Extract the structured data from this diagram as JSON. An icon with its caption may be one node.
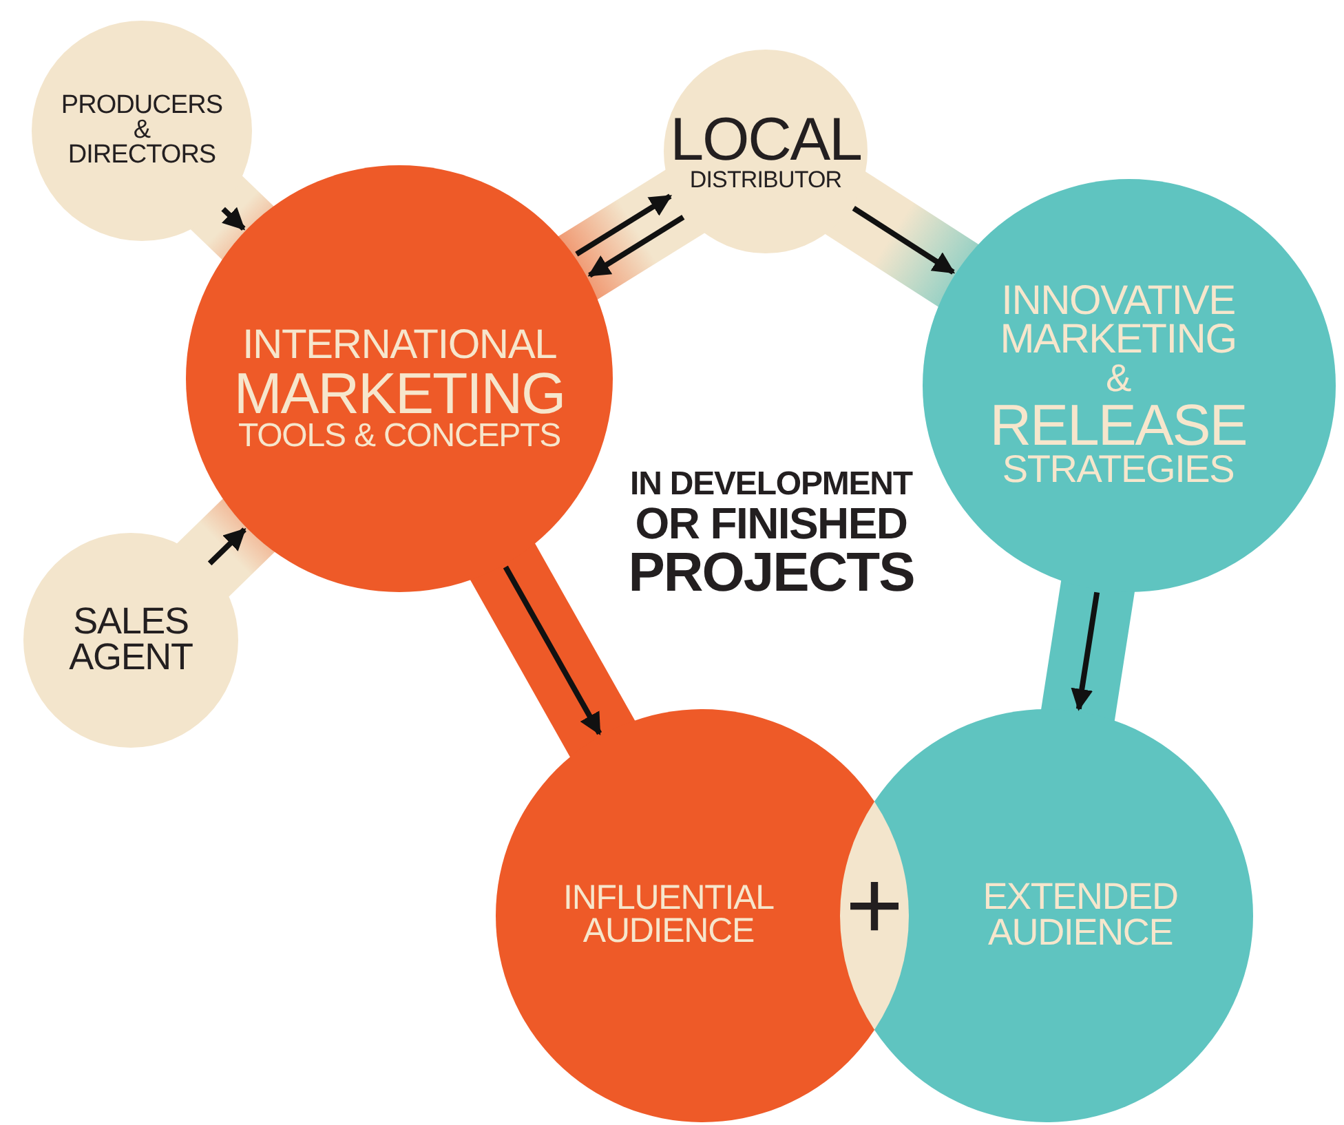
{
  "diagram": {
    "nodes": [
      {
        "text": [
          "PRODUCERS & DIRECTORS"
        ]
      },
      {
        "text": [
          "INTERNATIONAL",
          "MARKETING",
          "TOOLS & CONCEPTS"
        ]
      },
      {
        "text": [
          "LOCAL",
          "DISTRIBUTOR"
        ]
      },
      {
        "text": [
          "INNOVATIVE MARKETING",
          "&",
          "RELEASE",
          "STRATEGIES"
        ]
      },
      {
        "text": [
          "SALES AGENT"
        ]
      },
      {
        "text": [
          "INFLUENTIAL AUDIENCE"
        ]
      },
      {
        "text": [
          "EXTENDED AUDIENCE"
        ]
      }
    ],
    "edges": [
      {
        "from": 0,
        "to": 1,
        "arrow": "to"
      },
      {
        "from": 1,
        "to": 2,
        "arrow": "to"
      },
      {
        "from": 2,
        "to": 1,
        "arrow": "to"
      },
      {
        "from": 2,
        "to": 3,
        "arrow": "to"
      },
      {
        "from": 4,
        "to": 1,
        "arrow": "to"
      },
      {
        "from": 3,
        "to": 6,
        "arrow": "to"
      },
      {
        "from": 1,
        "to": 5,
        "arrow": "to"
      }
    ],
    "labels": [
      "IN DEVELOPMENT",
      "OR FINISHED",
      "PROJECTS",
      "+"
    ]
  }
}
